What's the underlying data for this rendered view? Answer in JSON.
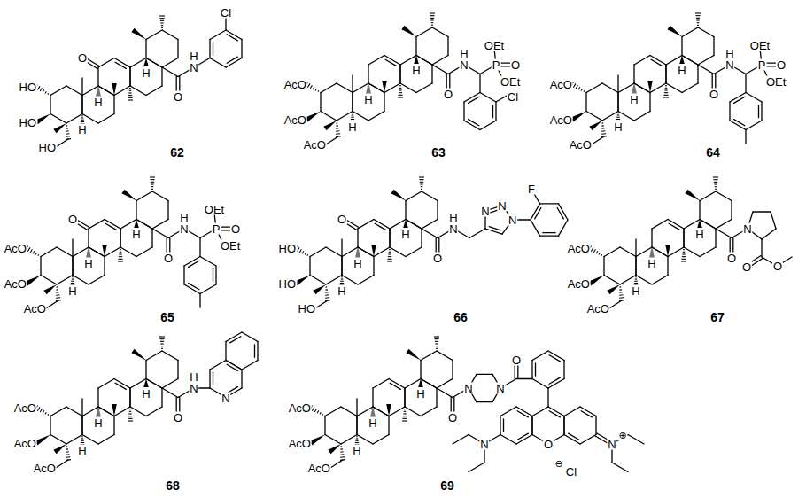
{
  "diagram": {
    "labels": [
      "O",
      "HO",
      "HO",
      "HO",
      "H",
      "H",
      "H",
      "O",
      "N",
      "H",
      "Cl",
      "62",
      "AcO",
      "AcO",
      "AcO",
      "H",
      "H",
      "H",
      "O",
      "N",
      "H",
      "P",
      "OEt",
      "O",
      "OEt",
      "Cl",
      "63",
      "AcO",
      "AcO",
      "AcO",
      "H",
      "H",
      "H",
      "O",
      "N",
      "H",
      "P",
      "OEt",
      "O",
      "OEt",
      "64",
      "O",
      "AcO",
      "AcO",
      "AcO",
      "H",
      "H",
      "H",
      "O",
      "N",
      "H",
      "P",
      "OEt",
      "O",
      "OEt",
      "65",
      "O",
      "HO",
      "HO",
      "HO",
      "H",
      "H",
      "H",
      "O",
      "N",
      "H",
      "N",
      "N",
      "N",
      "F",
      "66",
      "AcO",
      "AcO",
      "AcO",
      "H",
      "H",
      "H",
      "O",
      "N",
      "O",
      "O",
      "67",
      "AcO",
      "AcO",
      "AcO",
      "H",
      "H",
      "H",
      "O",
      "N",
      "H",
      "N",
      "68",
      "AcO",
      "AcO",
      "AcO",
      "H",
      "H",
      "H",
      "O",
      "N",
      "N",
      "O",
      "N",
      "O",
      "N",
      "⊕",
      "⊖",
      "Cl",
      "69"
    ]
  }
}
